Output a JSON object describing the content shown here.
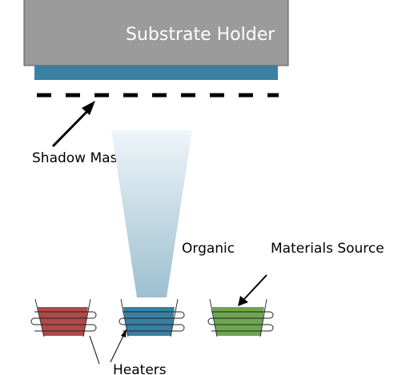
{
  "labels": {
    "substrate_holder": "Substrate Holder",
    "shadow_mask": "Shadow Mask",
    "organic": "Organic",
    "materials_source": "Materials Source",
    "heaters": "Heaters"
  },
  "colors": {
    "holder_fill": "#9b9b9b",
    "substrate_fill": "#3a80a3",
    "mask": "#000000",
    "plume_top": "#eef5f9",
    "plume_bottom": "#9dbfd0",
    "crucible_red": "#b04a4a",
    "crucible_blue": "#3a7fa3",
    "crucible_green": "#6ea552"
  }
}
